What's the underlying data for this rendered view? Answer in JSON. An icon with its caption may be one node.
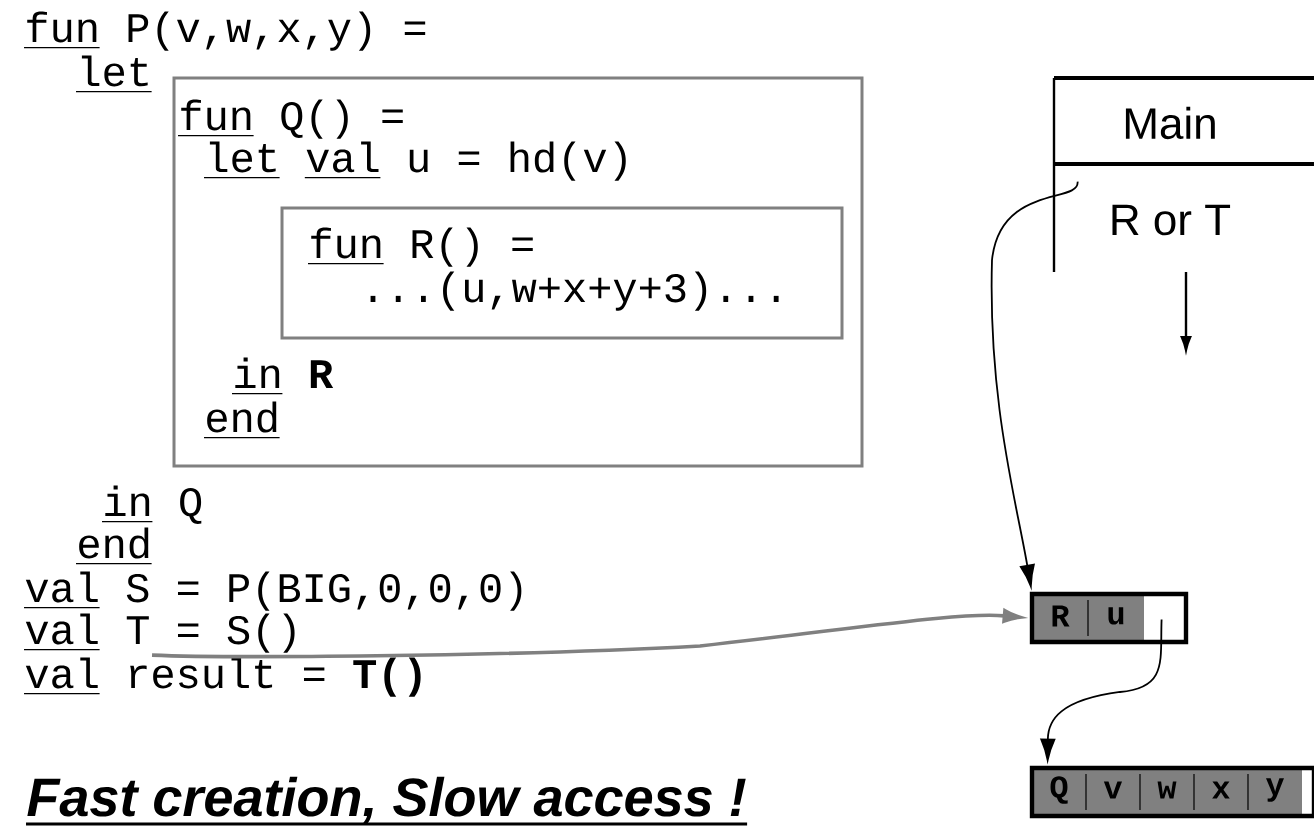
{
  "diagram": {
    "caption": "Fast creation, Slow access !",
    "nodes": [
      {
        "text": [
          "fun Q() =",
          "let val u = hd(v)",
          "in **R**",
          "end"
        ]
      },
      {
        "text": [
          "fun R() =",
          "...(u,w+x+y+3)..."
        ],
        "in": 0
      },
      {
        "text": [
          "Main"
        ]
      },
      {
        "text": [
          "R or T"
        ]
      },
      {
        "text": [
          "R",
          "u"
        ]
      },
      {
        "text": [
          "Q",
          "v",
          "w",
          "x",
          "y"
        ]
      },
      {
        "text": [
          "val T = S()"
        ]
      }
    ],
    "edges": [
      {
        "from": 3,
        "to": 4,
        "arrow": "to"
      },
      {
        "from": 6,
        "to": 4,
        "arrow": "to",
        "color": "#808080"
      },
      {
        "from": 4,
        "to": 5,
        "arrow": "to"
      }
    ],
    "labels": [
      "fun P(v,w,x,y) =",
      "let",
      "in Q",
      "end",
      "val S = P(BIG,0,0,0)",
      "val result = **T()**"
    ]
  }
}
